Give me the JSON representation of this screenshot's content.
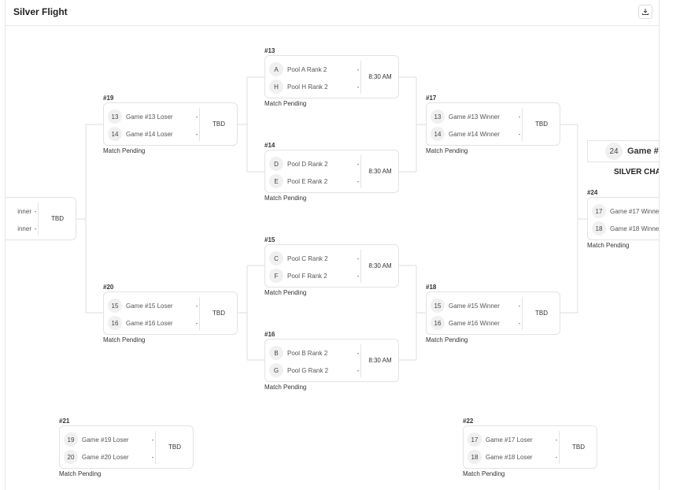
{
  "header": {
    "title": "Silver Flight",
    "download_icon": "download-icon"
  },
  "colors": {
    "connector": "#dcdcdc",
    "card_border": "#e3e3e3",
    "badge_bg": "#f0f0f0"
  },
  "champion": {
    "seed": "24",
    "name": "Game #",
    "title": "SILVER CHA"
  },
  "matches": [
    {
      "id": "#13",
      "status": "Match Pending",
      "time": "8:30 AM",
      "teams": [
        {
          "seed": "A",
          "name": "Pool A Rank 2",
          "score": "-"
        },
        {
          "seed": "H",
          "name": "Pool H Rank 2",
          "score": "-"
        }
      ]
    },
    {
      "id": "#14",
      "status": "Match Pending",
      "time": "8:30 AM",
      "teams": [
        {
          "seed": "D",
          "name": "Pool D Rank 2",
          "score": "-"
        },
        {
          "seed": "E",
          "name": "Pool E Rank 2",
          "score": "-"
        }
      ]
    },
    {
      "id": "#15",
      "status": "Match Pending",
      "time": "8:30 AM",
      "teams": [
        {
          "seed": "C",
          "name": "Pool C Rank 2",
          "score": "-"
        },
        {
          "seed": "F",
          "name": "Pool F Rank 2",
          "score": "-"
        }
      ]
    },
    {
      "id": "#16",
      "status": "Match Pending",
      "time": "8:30 AM",
      "teams": [
        {
          "seed": "B",
          "name": "Pool B Rank 2",
          "score": "-"
        },
        {
          "seed": "G",
          "name": "Pool G Rank 2",
          "score": "-"
        }
      ]
    },
    {
      "id": "#19",
      "status": "Match Pending",
      "time": "TBD",
      "teams": [
        {
          "seed": "13",
          "name": "Game #13 Loser",
          "score": "-"
        },
        {
          "seed": "14",
          "name": "Game #14 Loser",
          "score": "-"
        }
      ]
    },
    {
      "id": "#20",
      "status": "Match Pending",
      "time": "TBD",
      "teams": [
        {
          "seed": "15",
          "name": "Game #15 Loser",
          "score": "-"
        },
        {
          "seed": "16",
          "name": "Game #16 Loser",
          "score": "-"
        }
      ]
    },
    {
      "id": "#17",
      "status": "Match Pending",
      "time": "TBD",
      "teams": [
        {
          "seed": "13",
          "name": "Game #13 Winner",
          "score": "-"
        },
        {
          "seed": "14",
          "name": "Game #14 Winner",
          "score": "-"
        }
      ]
    },
    {
      "id": "#18",
      "status": "Match Pending",
      "time": "TBD",
      "teams": [
        {
          "seed": "15",
          "name": "Game #15 Winner",
          "score": "-"
        },
        {
          "seed": "16",
          "name": "Game #16 Winner",
          "score": "-"
        }
      ]
    },
    {
      "id": "#24",
      "status": "Match Pending",
      "time": "",
      "teams": [
        {
          "seed": "17",
          "name": "Game #17 Winne",
          "score": ""
        },
        {
          "seed": "18",
          "name": "Game #18 Winne",
          "score": ""
        }
      ]
    },
    {
      "id": "",
      "status": "",
      "time": "TBD",
      "teams": [
        {
          "seed": "",
          "name": "inner",
          "score": "-"
        },
        {
          "seed": "",
          "name": "inner",
          "score": "-"
        }
      ]
    },
    {
      "id": "#21",
      "status": "Match Pending",
      "time": "TBD",
      "teams": [
        {
          "seed": "19",
          "name": "Game #19 Loser",
          "score": "-"
        },
        {
          "seed": "20",
          "name": "Game #20 Loser",
          "score": "-"
        }
      ]
    },
    {
      "id": "#22",
      "status": "Match Pending",
      "time": "TBD",
      "teams": [
        {
          "seed": "17",
          "name": "Game #17 Loser",
          "score": "-"
        },
        {
          "seed": "18",
          "name": "Game #18 Loser",
          "score": "-"
        }
      ]
    }
  ]
}
